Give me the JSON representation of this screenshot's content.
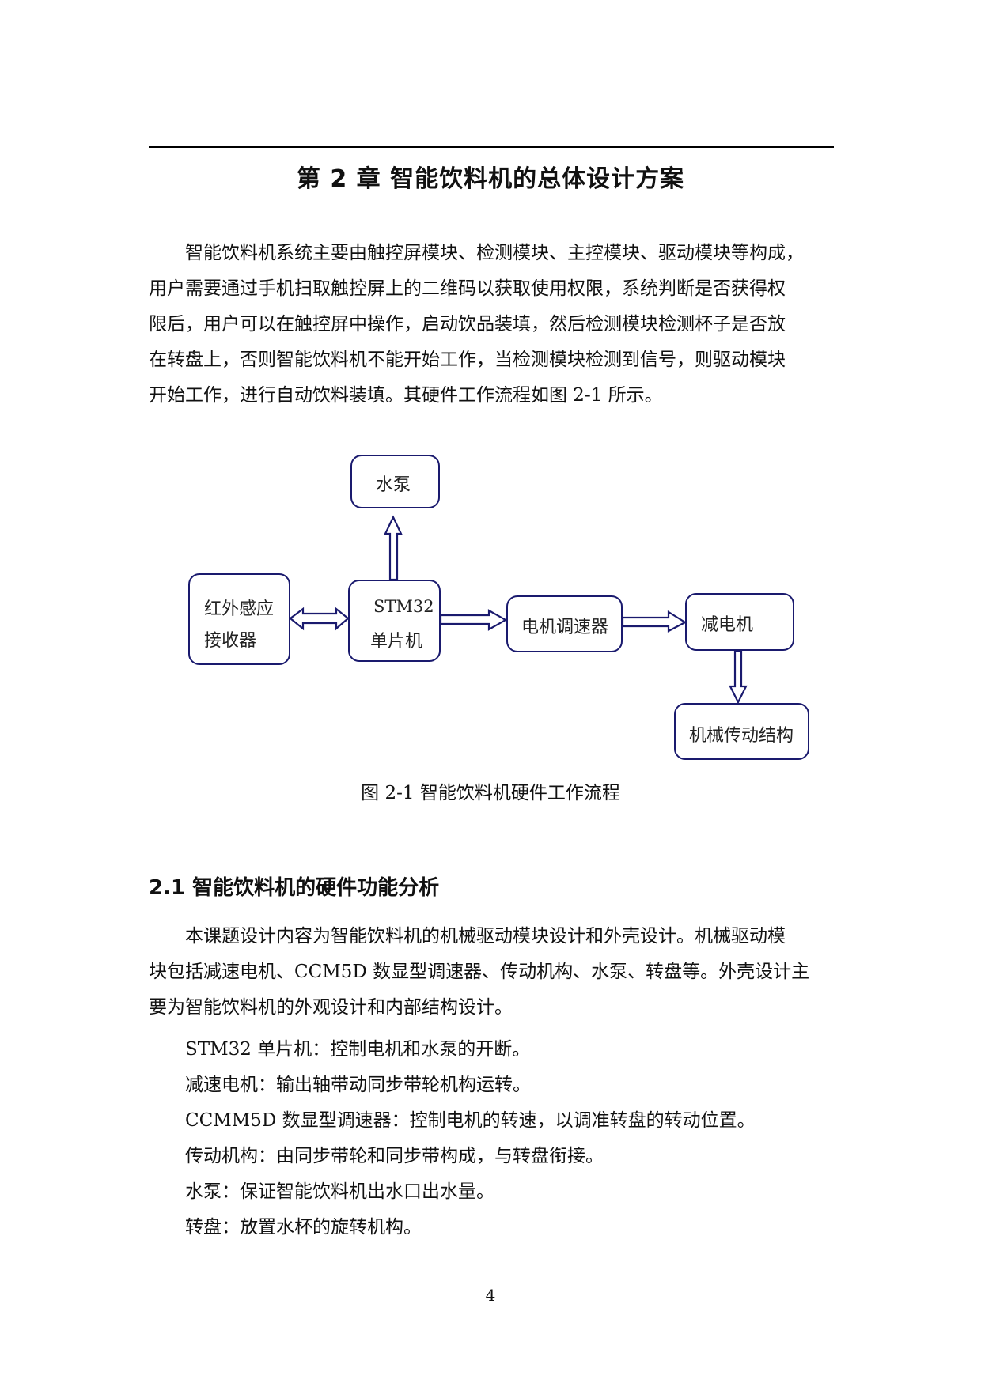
{
  "chapter": {
    "title": "第 2 章  智能饮料机的总体设计方案"
  },
  "intro": {
    "lines": [
      "智能饮料机系统主要由触控屏模块、检测模块、主控模块、驱动模块等构成，",
      "用户需要通过手机扫取触控屏上的二维码以获取使用权限，系统判断是否获得权",
      "限后，用户可以在触控屏中操作，启动饮品装填，然后检测模块检测杯子是否放",
      "在转盘上，否则智能饮料机不能开始工作，当检测模块检测到信号，则驱动模块",
      "开始工作，进行自动饮料装填。其硬件工作流程如图 2-1 所示。"
    ]
  },
  "diagram": {
    "nodes": {
      "pump": "水泵",
      "ir_line1": "红外感应",
      "ir_line2": "接收器",
      "mcu_line1": "STM32",
      "mcu_line2": "单片机",
      "speed_controller": "电机调速器",
      "motor": "减电机",
      "transmission": "机械传动结构"
    },
    "edges": [
      {
        "from": "红外感应接收器",
        "to": "STM32单片机",
        "type": "bidirectional"
      },
      {
        "from": "STM32单片机",
        "to": "水泵",
        "type": "directed"
      },
      {
        "from": "STM32单片机",
        "to": "电机调速器",
        "type": "directed"
      },
      {
        "from": "电机调速器",
        "to": "减电机",
        "type": "directed"
      },
      {
        "from": "减电机",
        "to": "机械传动结构",
        "type": "directed"
      }
    ],
    "stroke_color": "#1a1a6e",
    "caption": "图 2-1 智能饮料机硬件工作流程"
  },
  "section": {
    "title": "2.1  智能饮料机的硬件功能分析",
    "paragraph_lines": [
      "本课题设计内容为智能饮料机的机械驱动模块设计和外壳设计。机械驱动模",
      "块包括减速电机、CCM5D 数显型调速器、传动机构、水泵、转盘等。外壳设计主",
      "要为智能饮料机的外观设计和内部结构设计。"
    ],
    "items": [
      "STM32 单片机：控制电机和水泵的开断。",
      "减速电机：输出轴带动同步带轮机构运转。",
      "CCMM5D 数显型调速器：控制电机的转速，以调准转盘的转动位置。",
      "传动机构：由同步带轮和同步带构成，与转盘衔接。",
      "水泵：保证智能饮料机出水口出水量。",
      "转盘：放置水杯的旋转机构。"
    ]
  },
  "footer": {
    "page_number": "4"
  }
}
